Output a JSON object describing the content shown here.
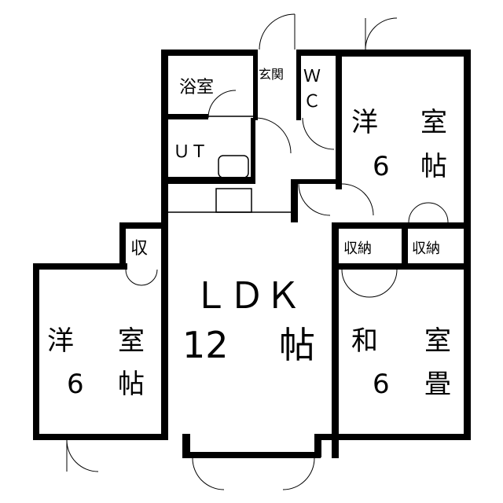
{
  "rooms": {
    "ldk": {
      "name": "ＬＤＫ",
      "size_num": "12",
      "size_unit": "帖"
    },
    "western_ne": {
      "name_a": "洋",
      "name_b": "室",
      "size_num": "6",
      "size_unit": "帖"
    },
    "western_w": {
      "name_a": "洋",
      "name_b": "室",
      "size_num": "6",
      "size_unit": "帖"
    },
    "japanese": {
      "name_a": "和",
      "name_b": "室",
      "size_num": "6",
      "size_unit": "畳"
    },
    "bath": {
      "name": "浴室"
    },
    "entrance": {
      "name": "玄関"
    },
    "wc": {
      "name_a": "Ｗ",
      "name_b": "Ｃ"
    },
    "utility": {
      "name": "ＵＴ"
    },
    "storage_w": {
      "name": "収"
    },
    "storage_a": {
      "name": "収納"
    },
    "storage_b": {
      "name": "収納"
    }
  }
}
